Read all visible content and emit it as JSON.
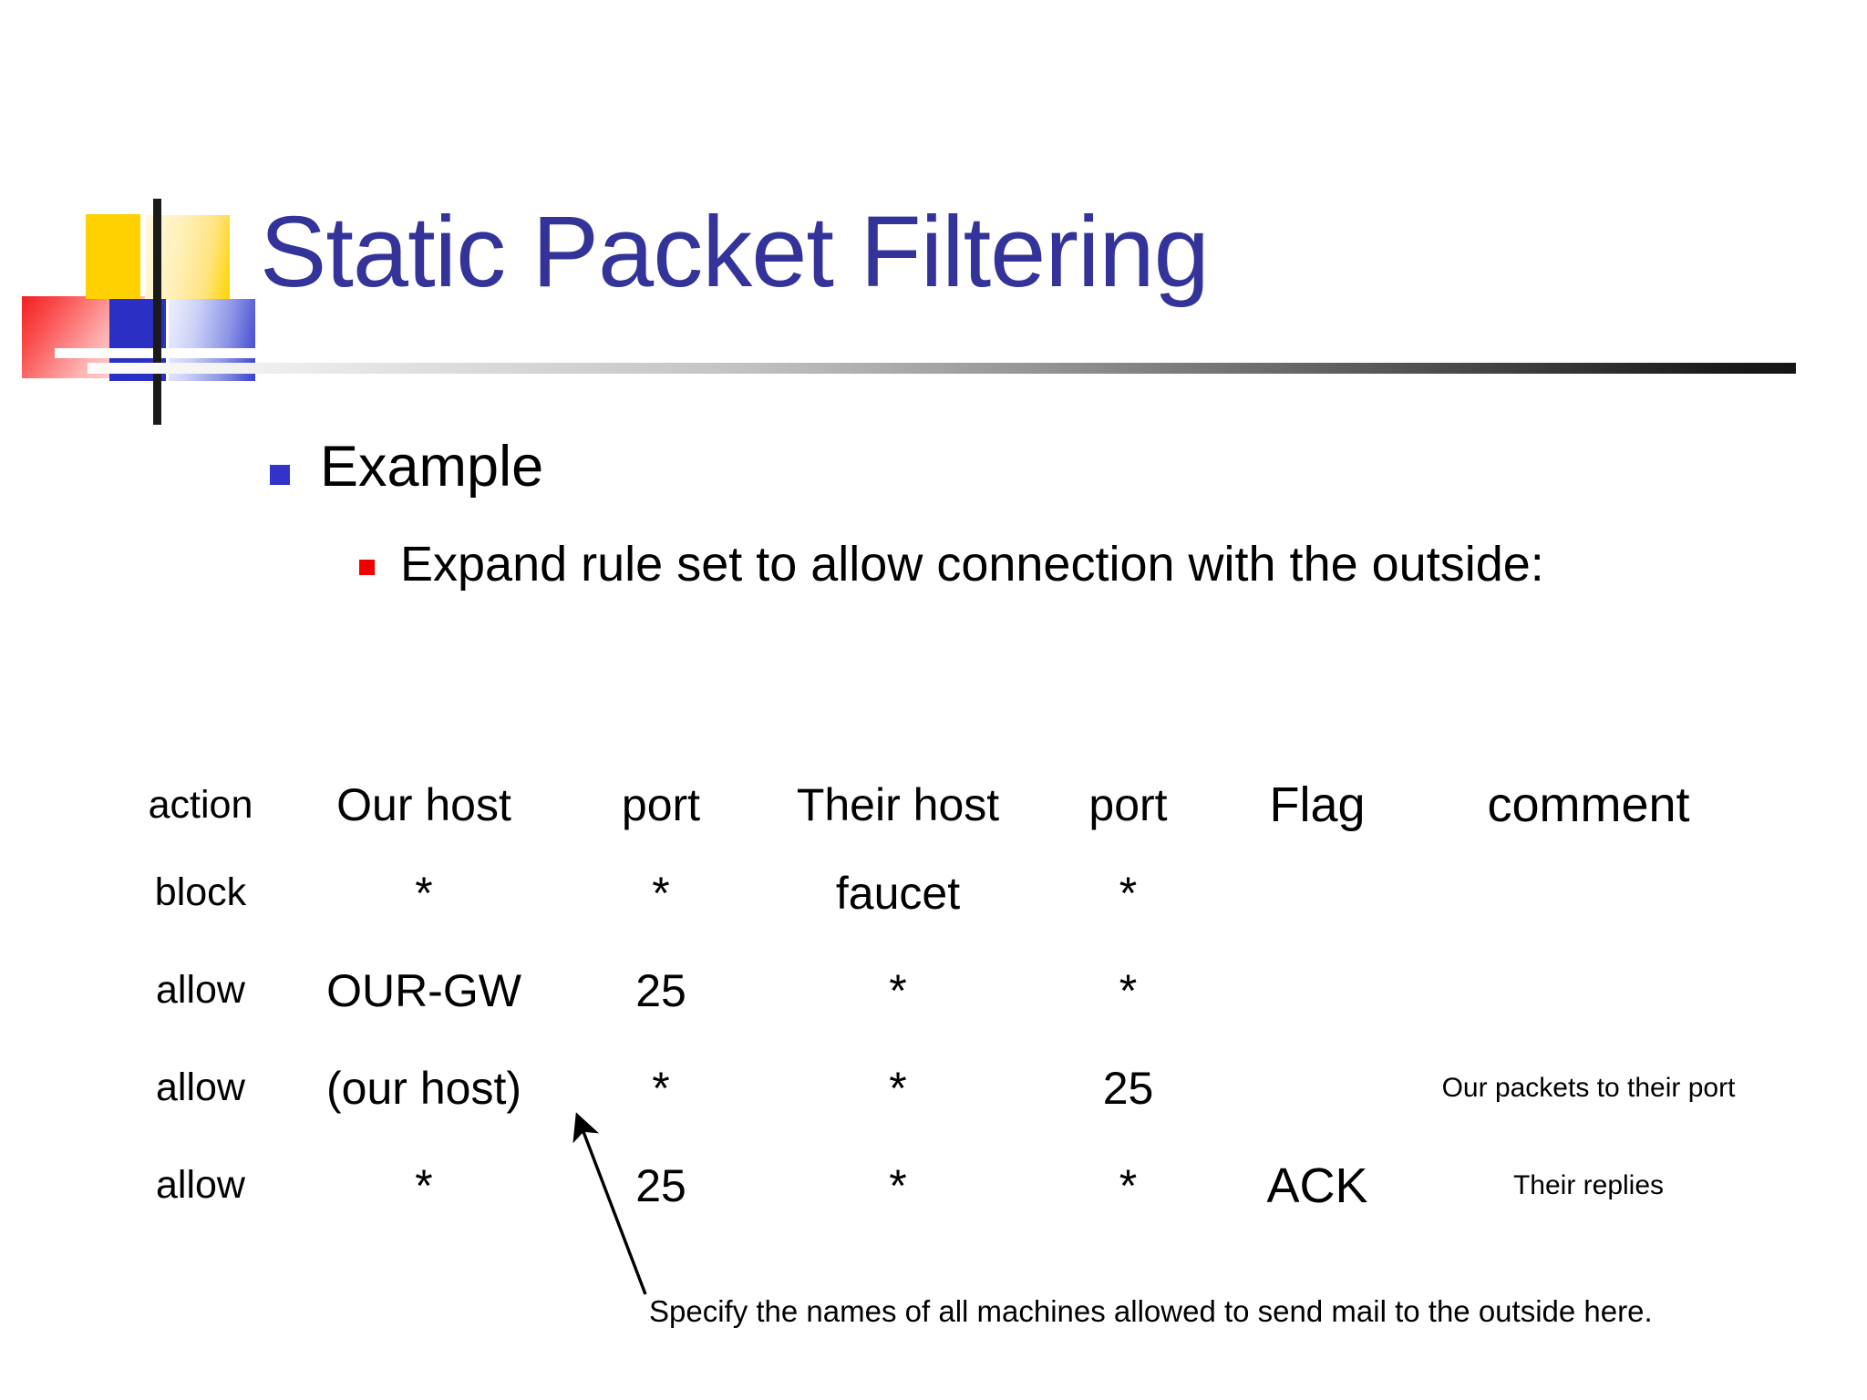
{
  "slide": {
    "title": "Static Packet Filtering",
    "title_color": "#333399"
  },
  "logo": {
    "name": "powerpoint-blends-logo",
    "colors": {
      "yellow": "#ffd100",
      "red": "#f02020",
      "blue": "#2b2fc4",
      "bar": "#1a1a1a"
    }
  },
  "bullets": [
    {
      "level": 1,
      "marker_color": "#3333cc",
      "text": "Example"
    },
    {
      "level": 2,
      "marker_color": "#ee0000",
      "text": "Expand rule set to allow connection with the outside:"
    }
  ],
  "table": {
    "headers": [
      "action",
      "Our host",
      "port",
      "Their host",
      "port",
      "Flag",
      "comment"
    ],
    "rows": [
      {
        "action": "block",
        "our_host": "*",
        "our_port": "*",
        "their_host": "faucet",
        "their_port": "*",
        "flag": "",
        "comment": ""
      },
      {
        "action": "allow",
        "our_host": "OUR-GW",
        "our_port": "25",
        "their_host": "*",
        "their_port": "*",
        "flag": "",
        "comment": ""
      },
      {
        "action": "allow",
        "our_host": "(our host)",
        "our_port": "*",
        "their_host": "*",
        "their_port": "25",
        "flag": "",
        "comment": "Our packets to their port"
      },
      {
        "action": "allow",
        "our_host": "*",
        "our_port": "25",
        "their_host": "*",
        "their_port": "*",
        "flag": "ACK",
        "comment": "Their replies"
      }
    ]
  },
  "annotation": {
    "caption": "Specify the names of all machines allowed to send mail to the outside here.",
    "arrow": "points from caption up-left to the (our host) cell"
  }
}
